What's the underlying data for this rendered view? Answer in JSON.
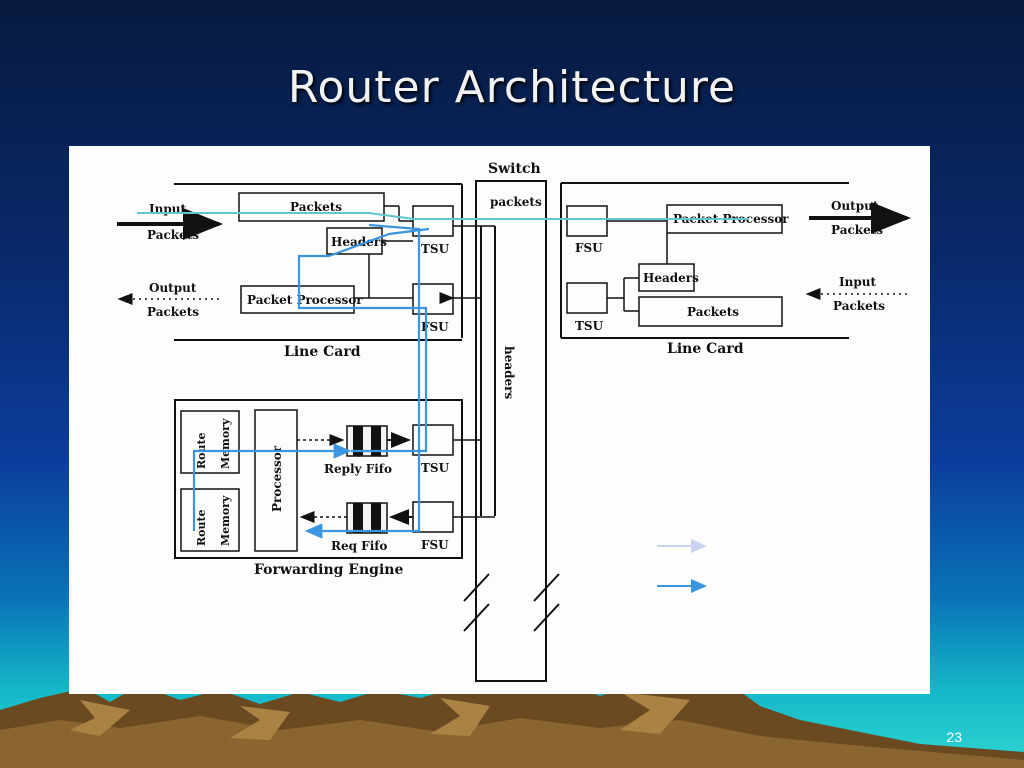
{
  "slide": {
    "title": "Router Architecture",
    "page_number": "23"
  },
  "diagram": {
    "switch": {
      "label": "Switch",
      "packets_label": "packets",
      "headers_label": "headers"
    },
    "left_line_card": {
      "caption": "Line Card",
      "input_packets": [
        "Input",
        "Packets"
      ],
      "output_packets": [
        "Output",
        "Packets"
      ],
      "packets_box": "Packets",
      "headers_box": "Headers",
      "packet_processor_box": "Packet Processor",
      "tsu": "TSU",
      "fsu": "FSU"
    },
    "right_line_card": {
      "caption": "Line Card",
      "output_packets": [
        "Output",
        "Packets"
      ],
      "input_packets": [
        "Input",
        "Packets"
      ],
      "packet_processor_box": "Packet Processor",
      "headers_box": "Headers",
      "packets_box": "Packets",
      "fsu": "FSU",
      "tsu": "TSU"
    },
    "forwarding_engine": {
      "caption": "Forwarding Engine",
      "route_memory_top": [
        "Route",
        "Memory"
      ],
      "route_memory_bottom": [
        "Route",
        "Memory"
      ],
      "processor": "Processor",
      "reply_fifo": "Reply Fifo",
      "req_fifo": "Req Fifo",
      "tsu": "TSU",
      "fsu": "FSU"
    },
    "colors": {
      "packet_path": "#5fc6d2",
      "header_path": "#3b95e0",
      "legend_light": "#c8d3f0",
      "legend_dark": "#3b95e0",
      "ink": "#111111"
    }
  }
}
